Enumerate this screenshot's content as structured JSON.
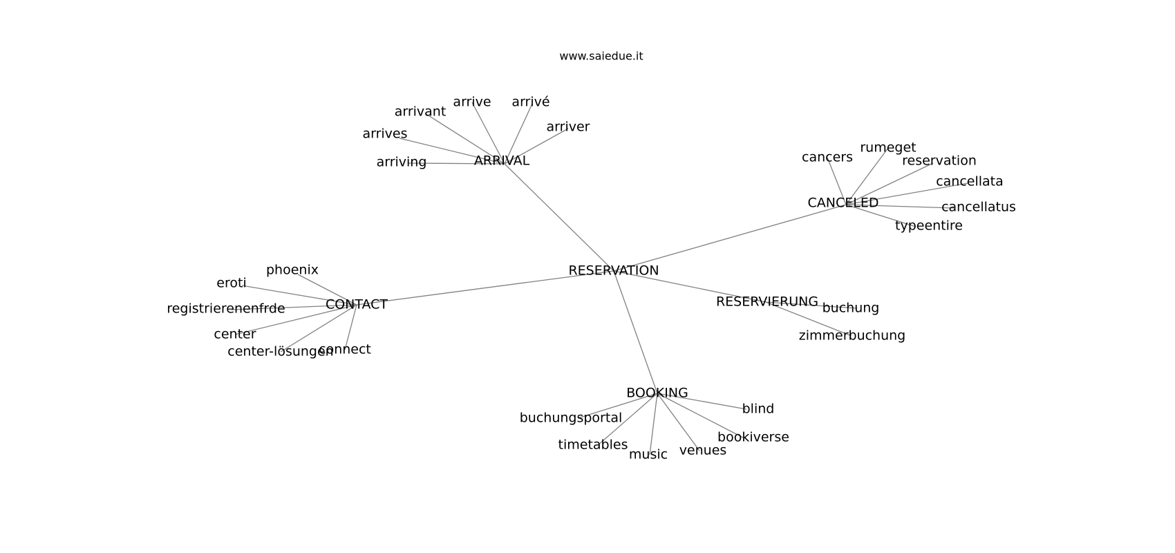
{
  "title": "www.saiedue.it",
  "graph": {
    "center": "RESERVATION",
    "clusters": [
      {
        "hub": "ARRIVAL",
        "leaves": [
          "arrive",
          "arrivé",
          "arrivant",
          "arriver",
          "arrives",
          "arriving"
        ]
      },
      {
        "hub": "CANCELED",
        "leaves": [
          "cancers",
          "rumeget",
          "reservation",
          "cancellata",
          "cancellatus",
          "typeentire"
        ]
      },
      {
        "hub": "CONTACT",
        "leaves": [
          "phoenix",
          "eroti",
          "registrierenenfrde",
          "center",
          "center-lösungen",
          "connect"
        ]
      },
      {
        "hub": "RESERVIERUNG",
        "leaves": [
          "buchung",
          "zimmerbuchung"
        ]
      },
      {
        "hub": "BOOKING",
        "leaves": [
          "blind",
          "buchungsportal",
          "bookiverse",
          "timetables",
          "venues",
          "music"
        ]
      }
    ]
  }
}
